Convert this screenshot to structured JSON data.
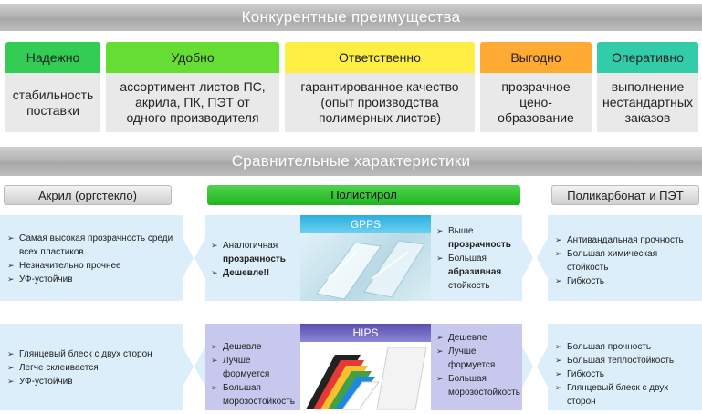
{
  "banner_top": "Конкурентные  преимущества",
  "advantages": [
    {
      "title": "Надежно",
      "body": "стабильность\nпоставки",
      "color": "#33cc55"
    },
    {
      "title": "Удобно",
      "body": "ассортимент листов ПС,\nакрила, ПК, ПЭТ  от\nодного производителя",
      "color": "#66dd33"
    },
    {
      "title": "Ответственно",
      "body": "гарантированное качество\n(опыт производства\nполимерных листов)",
      "color": "#ffee44"
    },
    {
      "title": "Выгодно",
      "body": "прозрачное\nцено-\nобразование",
      "color": "#ffaa33"
    },
    {
      "title": "Оперативно",
      "body": "выполнение\nнестандартных\nзаказов",
      "color": "#33ccaa"
    }
  ],
  "banner_mid": "Сравнительные характеристики",
  "col_headers": {
    "acryl": "Акрил (оргстекло)",
    "ps": "Полистирол",
    "pc": "Поликарбонат и ПЭТ"
  },
  "row1": {
    "acryl": [
      "Самая высокая прозрачность среди всех пластиков",
      "Незначительно прочнее",
      "УФ-устойчив"
    ],
    "ps_left": [
      {
        "pre": "Аналогичная ",
        "bold": "прозрачность",
        "post": ""
      },
      {
        "pre": "",
        "bold": "Дешевле!!",
        "post": ""
      }
    ],
    "image_label": "GPPS",
    "ps_right": [
      {
        "pre": "Выше ",
        "bold": "прозрачность",
        "post": ""
      },
      {
        "pre": "Большая ",
        "bold": "абразивная",
        "post": " стойкость"
      }
    ],
    "pc": [
      "Антивандальная прочность",
      "Большая химическая стойкость",
      "Гибкость"
    ]
  },
  "row2": {
    "acryl": [
      "Глянцевый блеск с двух сторон",
      "Легче склеивается",
      "УФ-устойчив"
    ],
    "ps_left": [
      "Дешевле",
      "Лучше формуется",
      "Большая морозостойкость"
    ],
    "image_label": "HIPS",
    "ps_right": [
      "Дешевле",
      "Лучше формуется",
      "Большая морозостойкость"
    ],
    "pc": [
      "Большая прочность",
      "Большая теплостойкость",
      "Гибкость",
      "Глянцевый блеск с двух сторон"
    ]
  }
}
